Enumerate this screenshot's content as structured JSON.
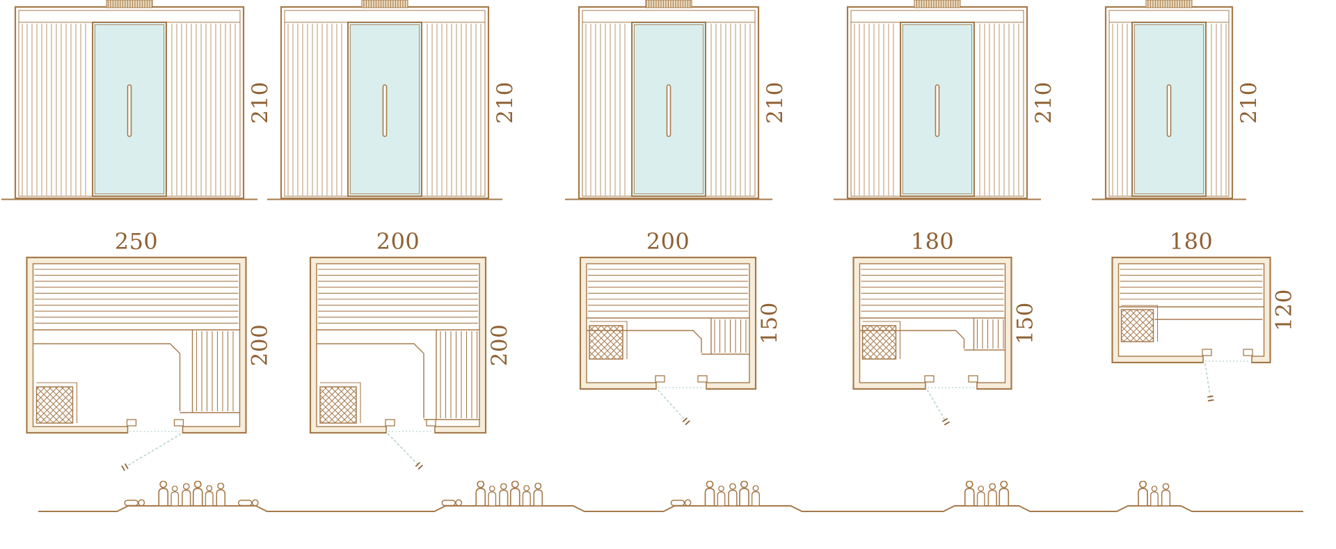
{
  "diagram": {
    "name": "sauna-cabin-size-comparison",
    "colors": {
      "line": "#a5794a",
      "slat": "#b38a5c",
      "text": "#8f6134",
      "glass": "#daeeed",
      "wall_fill": "#f6edda",
      "vent_fill": "#e9d9bc",
      "swing": "#c2dad4"
    },
    "models": [
      {
        "id": "model-1",
        "width_label": "250",
        "depth_label": "200",
        "height_label": "210",
        "width_cm": 250,
        "depth_cm": 200,
        "height_cm": 210,
        "capacity": 8
      },
      {
        "id": "model-2",
        "width_label": "200",
        "depth_label": "200",
        "height_label": "210",
        "width_cm": 200,
        "depth_cm": 200,
        "height_cm": 210,
        "capacity": 7
      },
      {
        "id": "model-3",
        "width_label": "200",
        "depth_label": "150",
        "height_label": "210",
        "width_cm": 200,
        "depth_cm": 150,
        "height_cm": 210,
        "capacity": 6
      },
      {
        "id": "model-4",
        "width_label": "180",
        "depth_label": "150",
        "height_label": "210",
        "width_cm": 180,
        "depth_cm": 150,
        "height_cm": 210,
        "capacity": 4
      },
      {
        "id": "model-5",
        "width_label": "180",
        "depth_label": "120",
        "height_label": "210",
        "width_cm": 180,
        "depth_cm": 120,
        "height_cm": 210,
        "capacity": 3
      }
    ]
  }
}
